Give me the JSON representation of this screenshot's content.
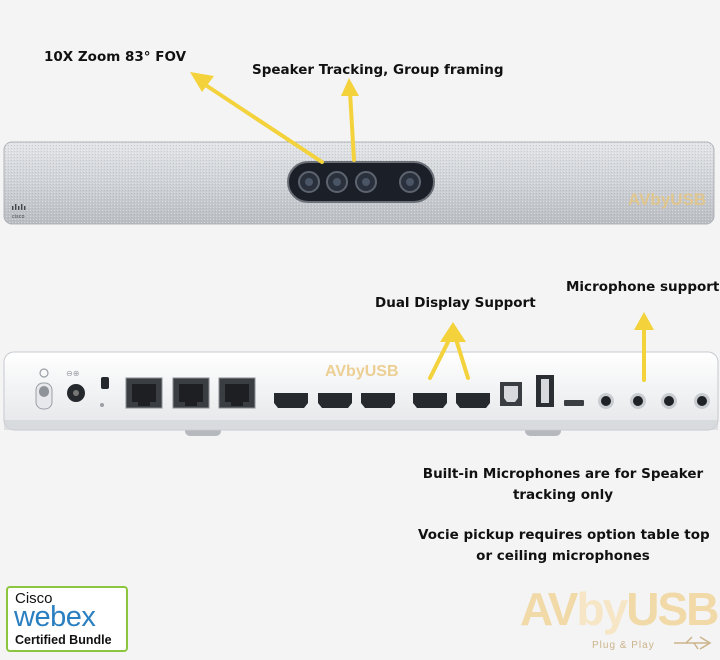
{
  "annotations": {
    "zoom": "10X Zoom 83° FOV",
    "tracking": "Speaker Tracking, Group framing",
    "dual_display": "Dual Display Support",
    "mic_support": "Microphone support",
    "builtin_line1": "Built-in Microphones are for Speaker",
    "builtin_line2": "tracking only",
    "pickup_line1": "Vocie pickup requires option table top",
    "pickup_line2": "or ceiling microphones"
  },
  "device": {
    "front_brand": "cisco",
    "watermark": "AVbyUSB"
  },
  "badge": {
    "top": "Cisco",
    "middle": "webex",
    "bottom": "Certified Bundle"
  },
  "logo": {
    "left": "AV",
    "mid": "by",
    "right": "USB",
    "tagline": "Plug & Play"
  },
  "colors": {
    "arrow": "#f3d23c",
    "webex_blue": "#2a7fc1",
    "badge_border": "#8cc63f",
    "device_gray": "#d4d6da"
  }
}
